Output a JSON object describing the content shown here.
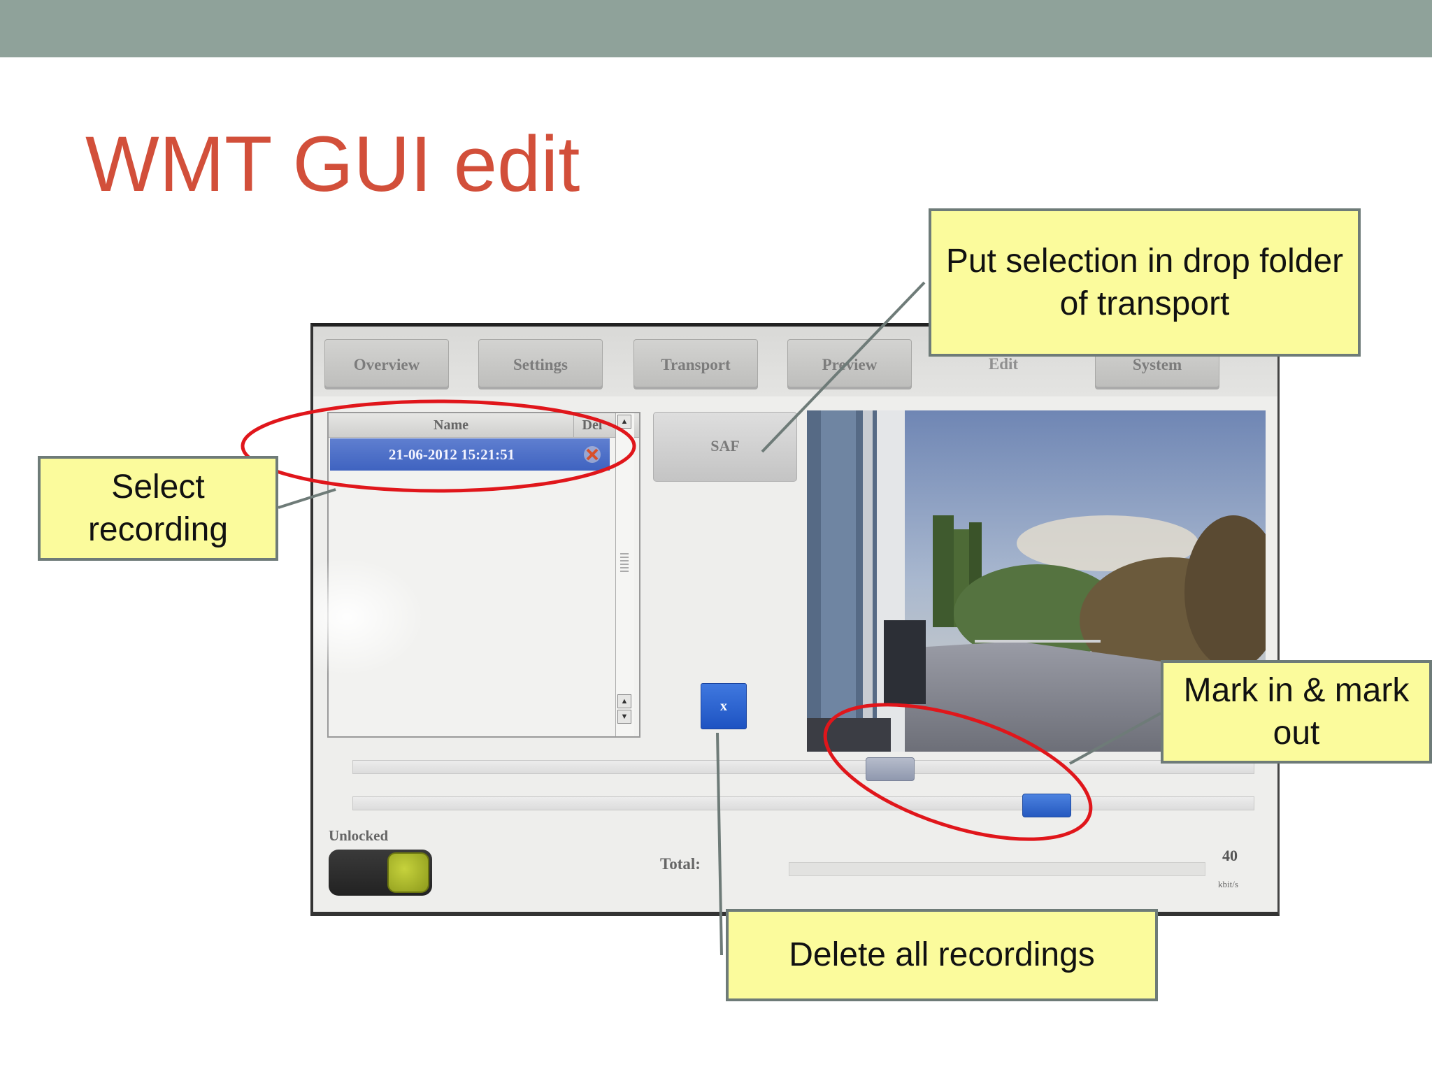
{
  "slide": {
    "title": "WMT GUI edit"
  },
  "tabs": [
    {
      "label": "Overview",
      "active": false
    },
    {
      "label": "Settings",
      "active": false
    },
    {
      "label": "Transport",
      "active": false
    },
    {
      "label": "Preview",
      "active": false
    },
    {
      "label": "Edit",
      "active": true
    },
    {
      "label": "System",
      "active": false
    }
  ],
  "recordings": {
    "columns": [
      "Name",
      "Del"
    ],
    "rows": [
      {
        "name": "21-06-2012 15:21:51",
        "selected": true,
        "delete_icon": "delete-x-icon"
      }
    ]
  },
  "buttons": {
    "saf_label": "SAF",
    "delete_all_label": "x"
  },
  "lock": {
    "label": "Unlocked"
  },
  "total": {
    "label": "Total:",
    "value": "40",
    "unit": "kbit/s"
  },
  "callouts": {
    "drop_folder": "Put selection in drop folder of transport",
    "select_recording": "Select recording",
    "mark_in_out": "Mark in & mark out",
    "delete_all": "Delete all recordings"
  },
  "colors": {
    "title": "#d24f3a",
    "header_bar": "#8fa29a",
    "callout_fill": "#fbfb9c",
    "callout_border": "#6e7b78",
    "highlight_ellipse": "#e0161b",
    "selected_row": "#4a6cc6",
    "delete_button": "#2a62d0",
    "toggle_knob": "#a8b62a"
  }
}
